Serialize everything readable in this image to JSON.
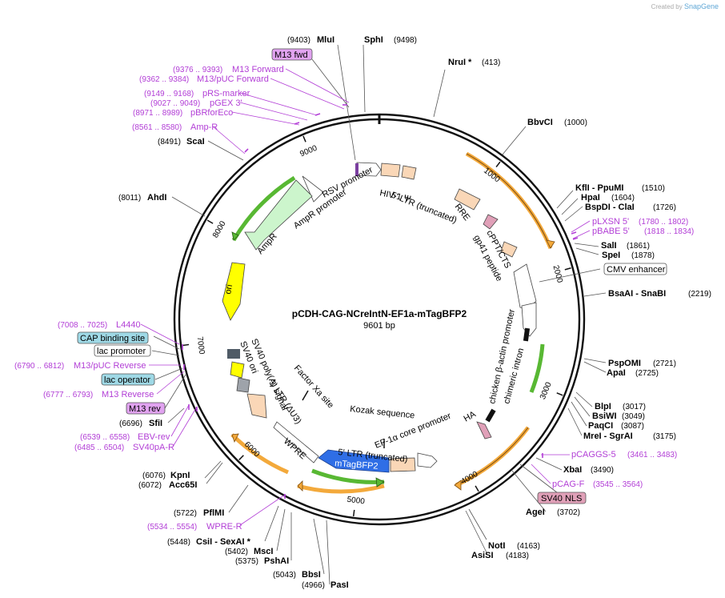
{
  "watermark": {
    "prefix": "Created by",
    "brand": "SnapGene"
  },
  "plasmid": {
    "name": "pCDH-CAG-NCreIntN-EF1a-mTagBFP2",
    "size_label": "9601 bp",
    "length": 9601
  },
  "colors": {
    "primer": "#b23ed6",
    "enzyme": "#000000",
    "orange_feature": "#f3a93b",
    "green_feature": "#58b833",
    "ori": "#ffff00",
    "bfp": "#2f6ee6",
    "ltr": "#fad7b7"
  },
  "tick_labels": [
    {
      "text": "1000",
      "pos": 1000
    },
    {
      "text": "2000",
      "pos": 2000
    },
    {
      "text": "3000",
      "pos": 3000
    },
    {
      "text": "4000",
      "pos": 4000
    },
    {
      "text": "5000",
      "pos": 5000
    },
    {
      "text": "6000",
      "pos": 6000
    },
    {
      "text": "7000",
      "pos": 7000
    },
    {
      "text": "8000",
      "pos": 8000
    },
    {
      "text": "9000",
      "pos": 9000
    }
  ],
  "enzymes_right": [
    {
      "name": "NruI *",
      "pos_text": "(413)",
      "pos": 413
    },
    {
      "name": "BbvCI",
      "pos_text": "(1000)",
      "pos": 1000
    },
    {
      "name": "KflI - PpuMI",
      "pos_text": "(1510)",
      "pos": 1510
    },
    {
      "name": "HpaI",
      "pos_text": "(1604)",
      "pos": 1604
    },
    {
      "name": "BspDI - ClaI",
      "pos_text": "(1726)",
      "pos": 1726
    },
    {
      "name": "SalI",
      "pos_text": "(1861)",
      "pos": 1861
    },
    {
      "name": "SpeI",
      "pos_text": "(1878)",
      "pos": 1878
    },
    {
      "name": "BsaAI - SnaBI",
      "pos_text": "(2219)",
      "pos": 2219
    },
    {
      "name": "PspOMI",
      "pos_text": "(2721)",
      "pos": 2721
    },
    {
      "name": "ApaI",
      "pos_text": "(2725)",
      "pos": 2725
    },
    {
      "name": "BlpI",
      "pos_text": "(3017)",
      "pos": 3017
    },
    {
      "name": "BsiWI",
      "pos_text": "(3049)",
      "pos": 3049
    },
    {
      "name": "PaqCI",
      "pos_text": "(3087)",
      "pos": 3087
    },
    {
      "name": "MreI - SgrAI",
      "pos_text": "(3175)",
      "pos": 3175
    },
    {
      "name": "XbaI",
      "pos_text": "(3490)",
      "pos": 3490
    },
    {
      "name": "AgeI",
      "pos_text": "(3702)",
      "pos": 3702
    },
    {
      "name": "NotI",
      "pos_text": "(4163)",
      "pos": 4163
    },
    {
      "name": "AsiSI",
      "pos_text": "(4183)",
      "pos": 4183
    }
  ],
  "enzymes_left": [
    {
      "name": "MluI",
      "pos_text": "(9403)",
      "pos": 9403
    },
    {
      "name": "SphI",
      "pos_text": "(9498)",
      "pos": 9498
    },
    {
      "name": "ScaI",
      "pos_text": "(8491)",
      "pos": 8491
    },
    {
      "name": "AhdI",
      "pos_text": "(8011)",
      "pos": 8011
    },
    {
      "name": "SfiI",
      "pos_text": "(6696)",
      "pos": 6696
    },
    {
      "name": "KpnI",
      "pos_text": "(6076)",
      "pos": 6076
    },
    {
      "name": "Acc65I",
      "pos_text": "(6072)",
      "pos": 6072
    },
    {
      "name": "PflMI",
      "pos_text": "(5722)",
      "pos": 5722
    },
    {
      "name": "CsiI - SexAI *",
      "pos_text": "(5448)",
      "pos": 5448
    },
    {
      "name": "MscI",
      "pos_text": "(5402)",
      "pos": 5402
    },
    {
      "name": "PshAI",
      "pos_text": "(5375)",
      "pos": 5375
    },
    {
      "name": "BbsI",
      "pos_text": "(5043)",
      "pos": 5043
    },
    {
      "name": "PasI",
      "pos_text": "(4966)",
      "pos": 4966
    }
  ],
  "primers_right": [
    {
      "name": "pLXSN 5'",
      "pos_text": "(1780 .. 1802)"
    },
    {
      "name": "pBABE 5'",
      "pos_text": "(1818 .. 1834)"
    },
    {
      "name": "pCAGGS-5",
      "pos_text": "(3461 .. 3483)"
    },
    {
      "name": "pCAG-F",
      "pos_text": "(3545 .. 3564)"
    }
  ],
  "primers_left": [
    {
      "name": "M13 Forward",
      "pos_text": "(9376 .. 9393)"
    },
    {
      "name": "M13/pUC Forward",
      "pos_text": "(9362 .. 9384)"
    },
    {
      "name": "pRS-marker",
      "pos_text": "(9149 .. 9168)"
    },
    {
      "name": "pGEX 3'",
      "pos_text": "(9027 .. 9049)"
    },
    {
      "name": "pBRforEco",
      "pos_text": "(8971 .. 8989)"
    },
    {
      "name": "Amp-R",
      "pos_text": "(8561 .. 8580)"
    },
    {
      "name": "L4440",
      "pos_text": "(7008 .. 7025)"
    },
    {
      "name": "M13/pUC Reverse",
      "pos_text": "(6790 .. 6812)"
    },
    {
      "name": "M13 Reverse",
      "pos_text": "(6777 .. 6793)"
    },
    {
      "name": "EBV-rev",
      "pos_text": "(6539 .. 6558)"
    },
    {
      "name": "SV40pA-R",
      "pos_text": "(6485 .. 6504)"
    },
    {
      "name": "WPRE-R",
      "pos_text": "(5534 .. 5554)"
    }
  ],
  "boxed_labels": {
    "m13_fwd": "M13 fwd",
    "cmv_enhancer": "CMV enhancer",
    "sv40_nls": "SV40 NLS",
    "cap_binding_site": "CAP binding site",
    "lac_promoter": "lac promoter",
    "lac_operator": "lac operator",
    "m13_rev": "M13 rev"
  },
  "feature_labels": {
    "rsv_promoter": "RSV promoter",
    "hiv1_psi": "HIV-1 Ψ",
    "ltr5_truncated": "5' LTR (truncated)",
    "rre": "RRE",
    "cppt_cts": "cPPT/CTS",
    "gp41_peptide": "gp41 peptide",
    "chicken_bactin_promoter": "chicken β-actin promoter",
    "chimeric_intron": "chimeric intron",
    "ha": "HA",
    "ef1a_core_promoter": "EF-1α core promoter",
    "mtagbfp2": "mTagBFP2",
    "kozak_sequence": "Kozak sequence",
    "factor_xa_site": "Factor Xa site",
    "wpre": "WPRE",
    "ltr3_delta_u3": "3' LTR (ΔU3)",
    "sv40_polya_signal": "SV40 poly(A) signal",
    "sv40_ori": "SV40 ori",
    "ori": "ori",
    "ampr": "AmpR",
    "ampr_promoter": "AmpR promoter"
  }
}
